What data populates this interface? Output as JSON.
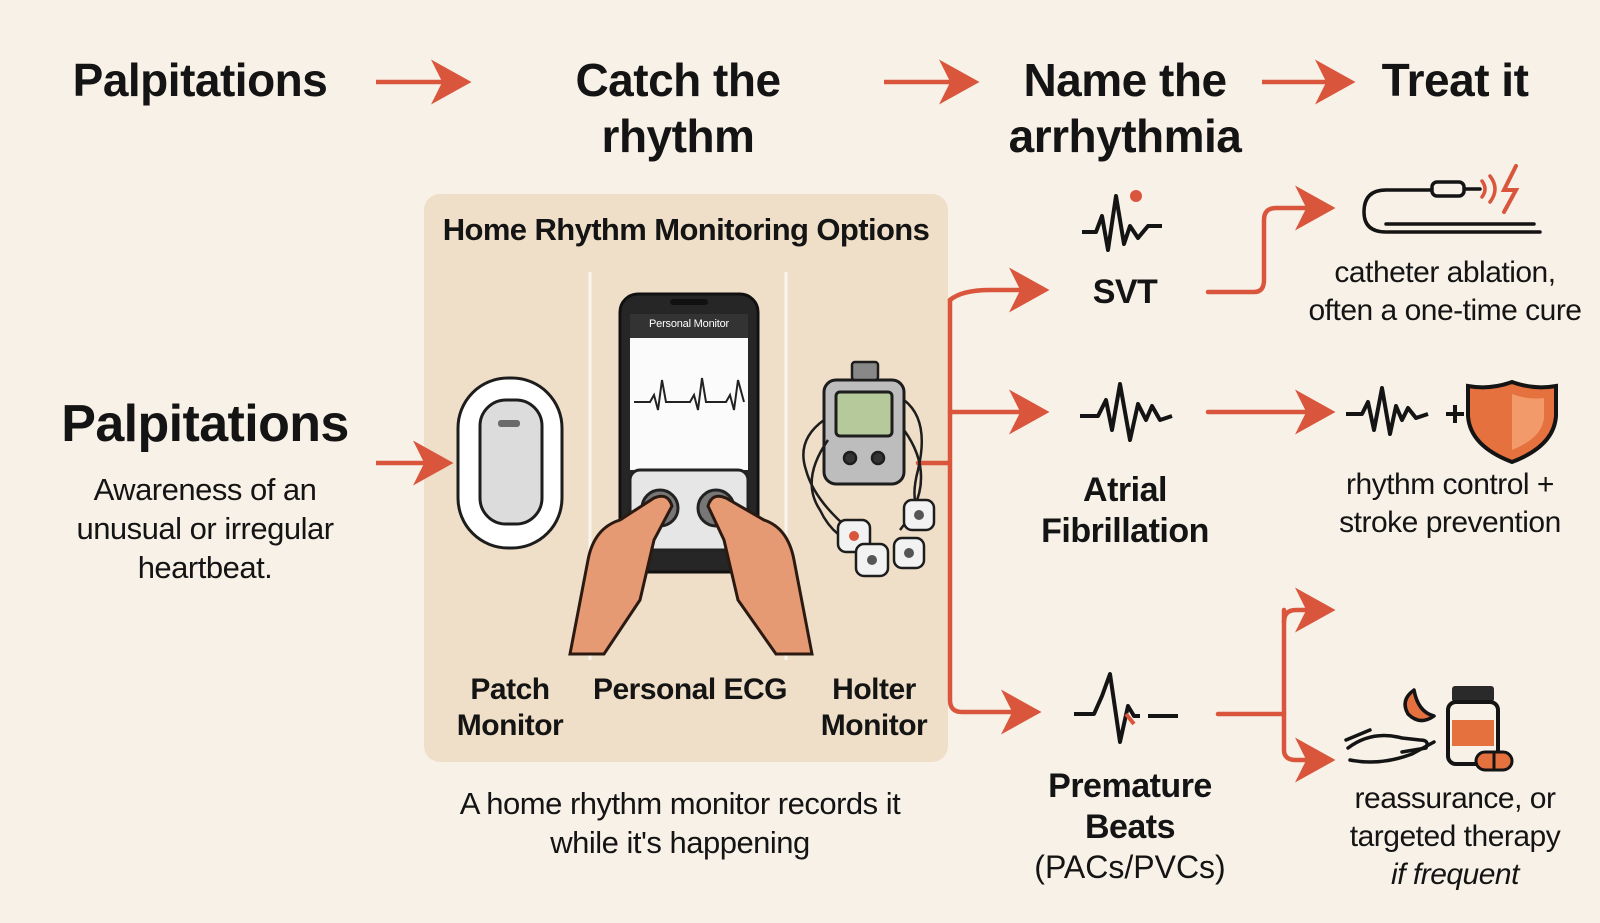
{
  "flow": {
    "step1": "Palpitations",
    "step2": "Catch the rhythm",
    "step3": "Name the arrhythmia",
    "step4": "Treat it"
  },
  "left": {
    "title": "Palpitations",
    "definition": "Awareness of an unusual or irregular heartbeat."
  },
  "panel": {
    "title": "Home Rhythm Monitoring Options",
    "phone_label": "Personal Monitor",
    "devices": [
      {
        "label": "Patch Monitor"
      },
      {
        "label": "Personal ECG"
      },
      {
        "label": "Holter Monitor"
      }
    ],
    "caption": "A home rhythm monitor records it while it's happening"
  },
  "arrhythmias": [
    {
      "name": "SVT",
      "icon": "ecg-spike-icon"
    },
    {
      "name": "Atrial Fibrillation",
      "icon": "ecg-irregular-icon"
    },
    {
      "name": "Premature Beats",
      "sub": "(PACs/PVCs)",
      "icon": "ecg-premature-icon"
    }
  ],
  "treatments": [
    {
      "text": "catheter ablation, often a one-time cure",
      "icon": "catheter-icon"
    },
    {
      "text": "rhythm control + stroke prevention",
      "icon": "shield-icon"
    },
    {
      "text": "reassurance, or targeted therapy",
      "text_italic": "if frequent",
      "icon": "medication-icon"
    }
  ],
  "colors": {
    "accent": "#d9553b",
    "background": "#f8f1e7",
    "panel": "#efdfc8",
    "ink": "#141414"
  }
}
